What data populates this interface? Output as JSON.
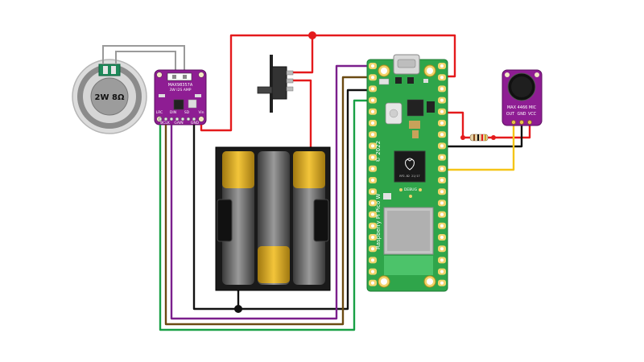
{
  "speaker": {
    "label": "2W 8Ω"
  },
  "amplifier": {
    "title": "MAX98357A",
    "subtitle": "3W I2S AMP",
    "pins_top": [
      "LRC",
      "DIN",
      "SD",
      "Vin"
    ],
    "pins_bottom": [
      "BCLK",
      "GAIN",
      "GND"
    ]
  },
  "microphone": {
    "title": "MAX 4466 MIC",
    "pins": [
      "OUT",
      "GND",
      "VCC"
    ]
  },
  "pico": {
    "name": "Raspberry Pi Pico W",
    "year": "© 2022",
    "debug": "DEBUG",
    "chip": "RP2-B2 21/17"
  },
  "colors": {
    "red": "#e41a1c",
    "black": "#111111",
    "purple": "#7b1f8c",
    "brown": "#6b4a12",
    "green": "#18a045",
    "yellow": "#f5c518",
    "gray": "#9a9a9a",
    "pcb_purple": "#8e1d93",
    "pico_green": "#2fa54a"
  }
}
